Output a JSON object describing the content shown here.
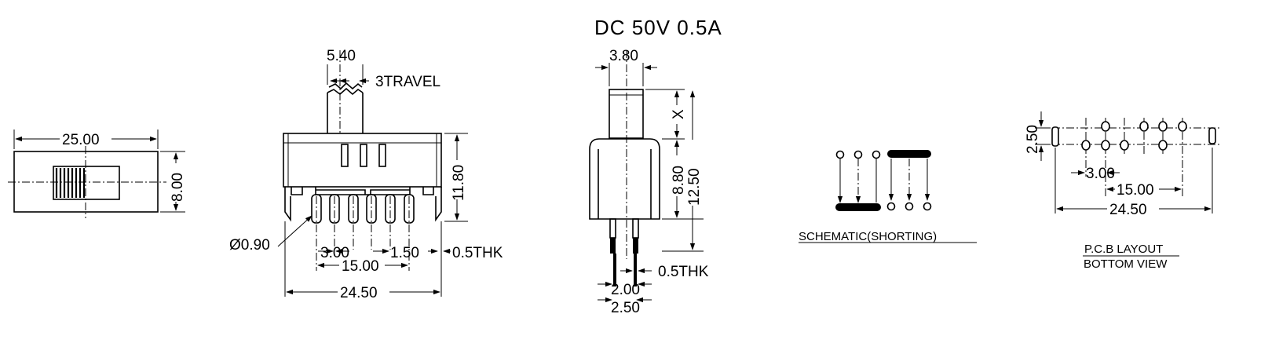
{
  "title": "DC  50V  0.5A",
  "views": {
    "top": {
      "length": "25.00",
      "width": "8.00"
    },
    "front": {
      "actuator": "5.40",
      "travel": "3TRAVEL",
      "height": "11.80",
      "pin_dia": "Ø0.90",
      "pitch": "3.00",
      "pitch2": "1.50",
      "thickness": "0.5THK",
      "span15": "15.00",
      "span24": "24.50"
    },
    "side": {
      "actuator": "3.80",
      "x": "X",
      "body": "8.80",
      "total": "12.50",
      "thickness": "0.5THK",
      "pin": "2.00",
      "pin_pitch": "2.50"
    },
    "schematic": {
      "caption": "SCHEMATIC(SHORTING)"
    },
    "pcb": {
      "row": "2.50",
      "pitch": "3.00",
      "span15": "15.00",
      "span24": "24.50",
      "caption1": "P.C.B LAYOUT",
      "caption2": "BOTTOM VIEW"
    }
  }
}
